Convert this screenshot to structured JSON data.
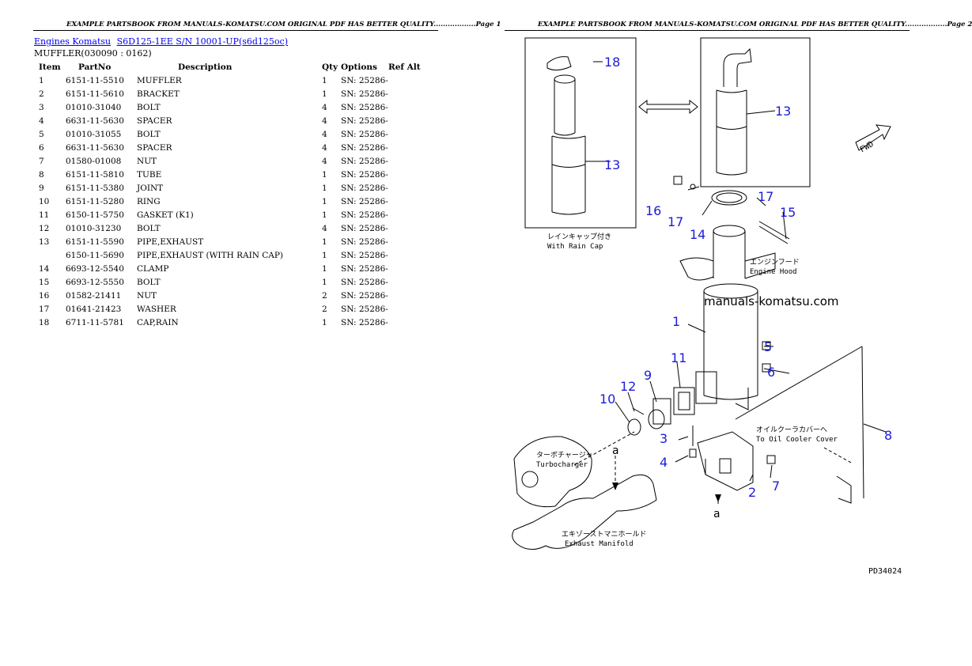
{
  "page1": {
    "header": "EXAMPLE PARTSBOOK FROM MANUALS-KOMATSU.COM ORIGINAL PDF HAS BETTER QUALITY..................Page 1",
    "breadcrumb": {
      "link1": "Engines Komatsu",
      "link2": "S6D125-1EE S/N 10001-UP(s6d125oc)"
    },
    "subtitle": "MUFFLER(030090 : 0162)",
    "columns": {
      "item": "Item",
      "partno": "PartNo",
      "description": "Description",
      "qty": "Qty",
      "options": "Options",
      "refalt": "Ref Alt"
    },
    "rows": [
      {
        "item": "1",
        "partno": "6151-11-5510",
        "description": "MUFFLER",
        "qty": "1",
        "options": "SN: 25286-"
      },
      {
        "item": "2",
        "partno": "6151-11-5610",
        "description": "BRACKET",
        "qty": "1",
        "options": "SN: 25286-"
      },
      {
        "item": "3",
        "partno": "01010-31040",
        "description": "BOLT",
        "qty": "4",
        "options": "SN: 25286-"
      },
      {
        "item": "4",
        "partno": "6631-11-5630",
        "description": "SPACER",
        "qty": "4",
        "options": "SN: 25286-"
      },
      {
        "item": "5",
        "partno": "01010-31055",
        "description": "BOLT",
        "qty": "4",
        "options": "SN: 25286-"
      },
      {
        "item": "6",
        "partno": "6631-11-5630",
        "description": "SPACER",
        "qty": "4",
        "options": "SN: 25286-"
      },
      {
        "item": "7",
        "partno": "01580-01008",
        "description": "NUT",
        "qty": "4",
        "options": "SN: 25286-"
      },
      {
        "item": "8",
        "partno": "6151-11-5810",
        "description": "TUBE",
        "qty": "1",
        "options": "SN: 25286-"
      },
      {
        "item": "9",
        "partno": "6151-11-5380",
        "description": "JOINT",
        "qty": "1",
        "options": "SN: 25286-"
      },
      {
        "item": "10",
        "partno": "6151-11-5280",
        "description": "RING",
        "qty": "1",
        "options": "SN: 25286-"
      },
      {
        "item": "11",
        "partno": "6150-11-5750",
        "description": "GASKET (K1)",
        "qty": "1",
        "options": "SN: 25286-"
      },
      {
        "item": "12",
        "partno": "01010-31230",
        "description": "BOLT",
        "qty": "4",
        "options": "SN: 25286-"
      },
      {
        "item": "13",
        "partno": "6151-11-5590",
        "description": "PIPE,EXHAUST",
        "qty": "1",
        "options": "SN: 25286-"
      },
      {
        "item": "",
        "partno": "6150-11-5690",
        "description": "PIPE,EXHAUST (WITH RAIN CAP)",
        "qty": "1",
        "options": "SN: 25286-"
      },
      {
        "item": "14",
        "partno": "6693-12-5540",
        "description": "CLAMP",
        "qty": "1",
        "options": "SN: 25286-"
      },
      {
        "item": "15",
        "partno": "6693-12-5550",
        "description": "BOLT",
        "qty": "1",
        "options": "SN: 25286-"
      },
      {
        "item": "16",
        "partno": "01582-21411",
        "description": "NUT",
        "qty": "2",
        "options": "SN: 25286-"
      },
      {
        "item": "17",
        "partno": "01641-21423",
        "description": "WASHER",
        "qty": "2",
        "options": "SN: 25286-"
      },
      {
        "item": "18",
        "partno": "6711-11-5781",
        "description": "CAP,RAIN",
        "qty": "1",
        "options": "SN: 25286-"
      }
    ]
  },
  "page2": {
    "header": "EXAMPLE PARTSBOOK FROM MANUALS-KOMATSU.COM ORIGINAL PDF HAS BETTER QUALITY..................Page 2",
    "watermark": "manuals-komatsu.com",
    "doc_id": "PD34024",
    "callouts": [
      "18",
      "13",
      "13",
      "16",
      "17",
      "17",
      "15",
      "14",
      "1",
      "5",
      "6",
      "11",
      "9",
      "12",
      "10",
      "3",
      "4",
      "2",
      "7",
      "8"
    ],
    "labels": {
      "rain_cap_jp": "レインキャップ付き",
      "rain_cap_en": "With Rain Cap",
      "engine_hood_jp": "エンジンフード",
      "engine_hood_en": "Engine Hood",
      "oil_cooler_jp": "オイルクーラカバーへ",
      "oil_cooler_en": "To Oil Cooler Cover",
      "turbo_jp": "ターボチャージャ",
      "turbo_en": "Turbocharger",
      "manifold_jp": "エキゾーストマニホールド",
      "manifold_en": "Exhaust Manifold",
      "fwd": "FWD",
      "ref_a": "a"
    }
  }
}
